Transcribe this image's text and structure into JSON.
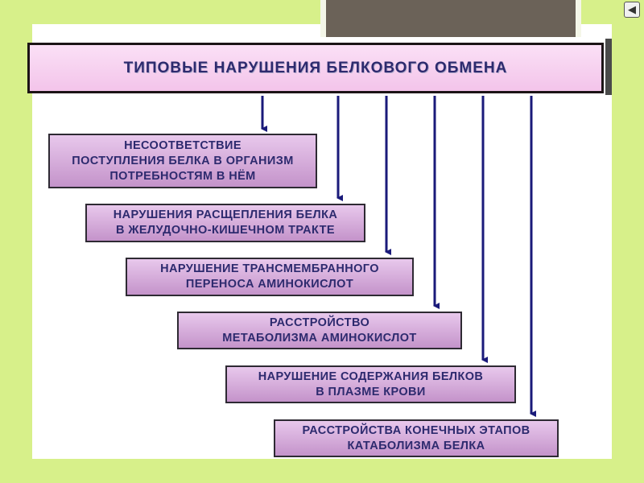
{
  "title": "ТИПОВЫЕ  НАРУШЕНИЯ  БЕЛКОВОГО  ОБМЕНА",
  "boxes": [
    "НЕСООТВЕТСТВИЕ\nПОСТУПЛЕНИЯ  БЕЛКА  В  ОРГАНИЗМ\nПОТРЕБНОСТЯМ  В  НЁМ",
    "НАРУШЕНИЯ  РАСЩЕПЛЕНИЯ  БЕЛКА\nВ  ЖЕЛУДОЧНО-КИШЕЧНОМ  ТРАКТЕ",
    "НАРУШЕНИЕ  ТРАНСМЕМБРАННОГО\nПЕРЕНОСА  АМИНОКИСЛОТ",
    "РАССТРОЙСТВО\nМЕТАБОЛИЗМА  АМИНОКИСЛОТ",
    "НАРУШЕНИЕ  СОДЕРЖАНИЯ  БЕЛКОВ\nВ  ПЛАЗМЕ  КРОВИ",
    "РАССТРОЙСТВА  КОНЕЧНЫХ  ЭТАПОВ\nКАТАБОЛИЗМА  БЕЛКА"
  ],
  "colors": {
    "background": "#d7f08a",
    "box_fill": "#c493ca",
    "title_fill": "#f3c4ea",
    "text": "#2d2a6e",
    "arrow": "#1a1a7a"
  },
  "icons": {
    "nav": "speaker-nav-icon"
  }
}
